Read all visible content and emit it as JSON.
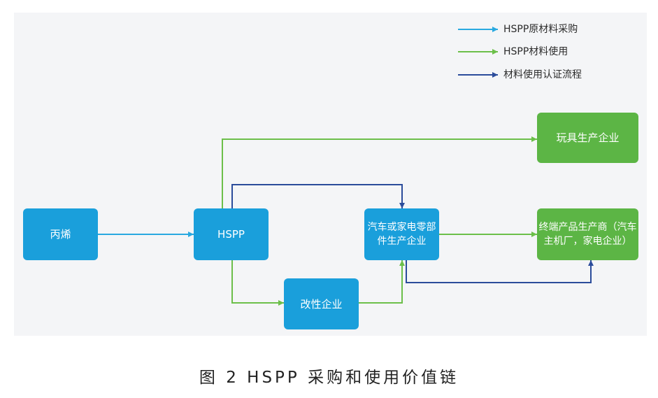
{
  "legend": {
    "items": [
      {
        "label": "HSPP原材料采购"
      },
      {
        "label": "HSPP材料使用"
      },
      {
        "label": "材料使用认证流程"
      }
    ]
  },
  "nodes": {
    "propene": {
      "lines": [
        "丙烯"
      ]
    },
    "hspp": {
      "lines": [
        "HSPP"
      ]
    },
    "modification": {
      "lines": [
        "改性企业"
      ]
    },
    "parts": {
      "lines": [
        "汽车或家电零部",
        "件生产企业"
      ]
    },
    "toy": {
      "lines": [
        "玩具生产企业"
      ]
    },
    "terminal": {
      "lines": [
        "终端产品生产商（汽车",
        "主机厂，家电企业）"
      ]
    }
  },
  "colors": {
    "procurement_line": "#29a9e0",
    "usage_line": "#6cbf4a",
    "certification_line": "#2b4c9b",
    "box_blue": "#1a9fdb",
    "box_green": "#5cb545",
    "panel_background": "#f4f5f7"
  },
  "caption": "图 2 HSPP 采购和使用价值链"
}
